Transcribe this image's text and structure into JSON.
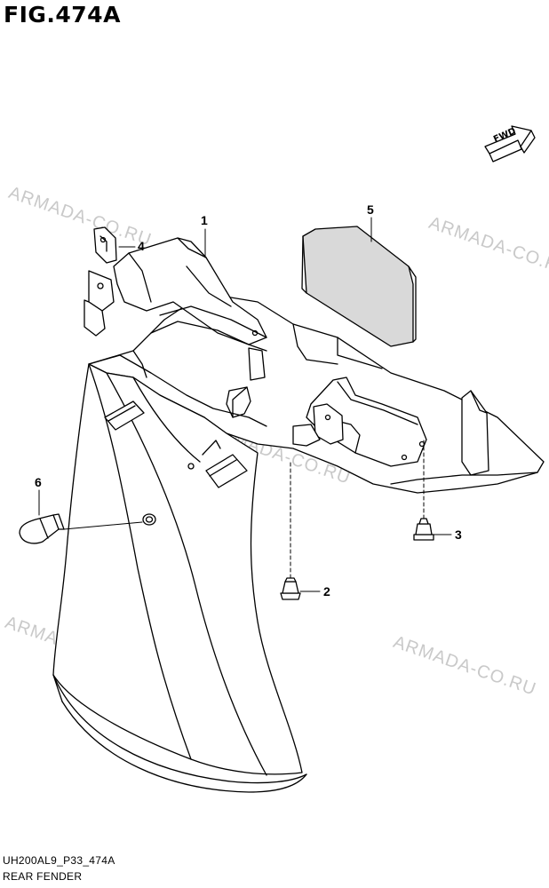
{
  "figure": {
    "title": "FIG.474A",
    "code": "UH200AL9_P33_474A",
    "name": "REAR FENDER"
  },
  "direction_badge": {
    "label": "FWD"
  },
  "watermarks": [
    "ARMADA-CO.RU",
    "ARMADA-CO.RU",
    "ARMADA-CO.RU",
    "ARMADA-CO.RU",
    "ARMADA-CO.RU"
  ],
  "callouts": [
    "1",
    "2",
    "3",
    "4",
    "5",
    "6"
  ],
  "colors": {
    "line": "#000000",
    "fill_gray": "#d9d9d9",
    "watermark": "#c9c9c9"
  }
}
